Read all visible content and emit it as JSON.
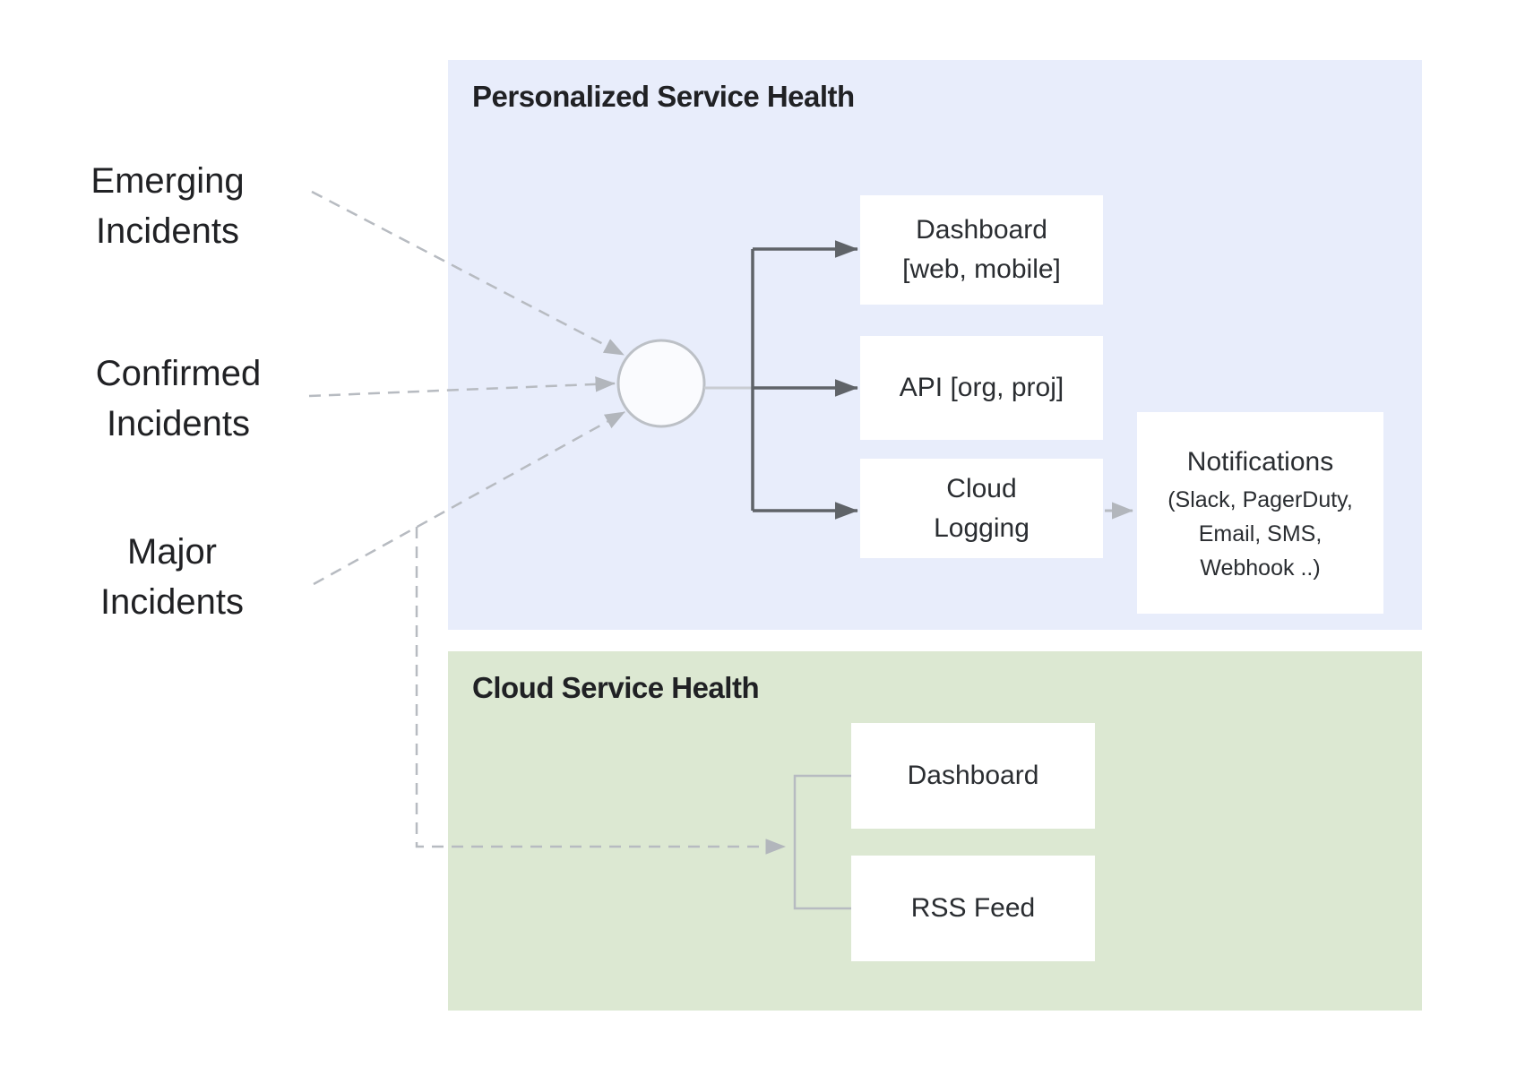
{
  "colors": {
    "panel_blue": "#e8edfb",
    "panel_green": "#dce8d2",
    "node_bg": "#ffffff",
    "title_text": "#202124",
    "label_text": "#202124",
    "node_text": "#2a2d31",
    "arrow_dark": "#5f6368",
    "arrow_gray": "#b2b6bc",
    "line_gray": "#b7bbc1",
    "circle_fill": "#fafbfe",
    "circle_stroke": "#bcc0c6"
  },
  "sources": [
    {
      "line1": "Emerging",
      "line2": "Incidents"
    },
    {
      "line1": "Confirmed",
      "line2": "Incidents"
    },
    {
      "line1": "Major",
      "line2": "Incidents"
    }
  ],
  "personalized": {
    "title": "Personalized Service Health",
    "dashboard": {
      "line1": "Dashboard",
      "line2": "[web, mobile]"
    },
    "api": {
      "line1": "API [org, proj]"
    },
    "cloud_logging": {
      "line1": "Cloud",
      "line2": "Logging"
    },
    "notifications": {
      "title": "Notifications",
      "line1": "(Slack, PagerDuty,",
      "line2": "Email, SMS,",
      "line3": "Webhook ..)"
    }
  },
  "cloud": {
    "title": "Cloud Service Health",
    "dashboard": {
      "label": "Dashboard"
    },
    "rss": {
      "label": "RSS Feed"
    }
  }
}
